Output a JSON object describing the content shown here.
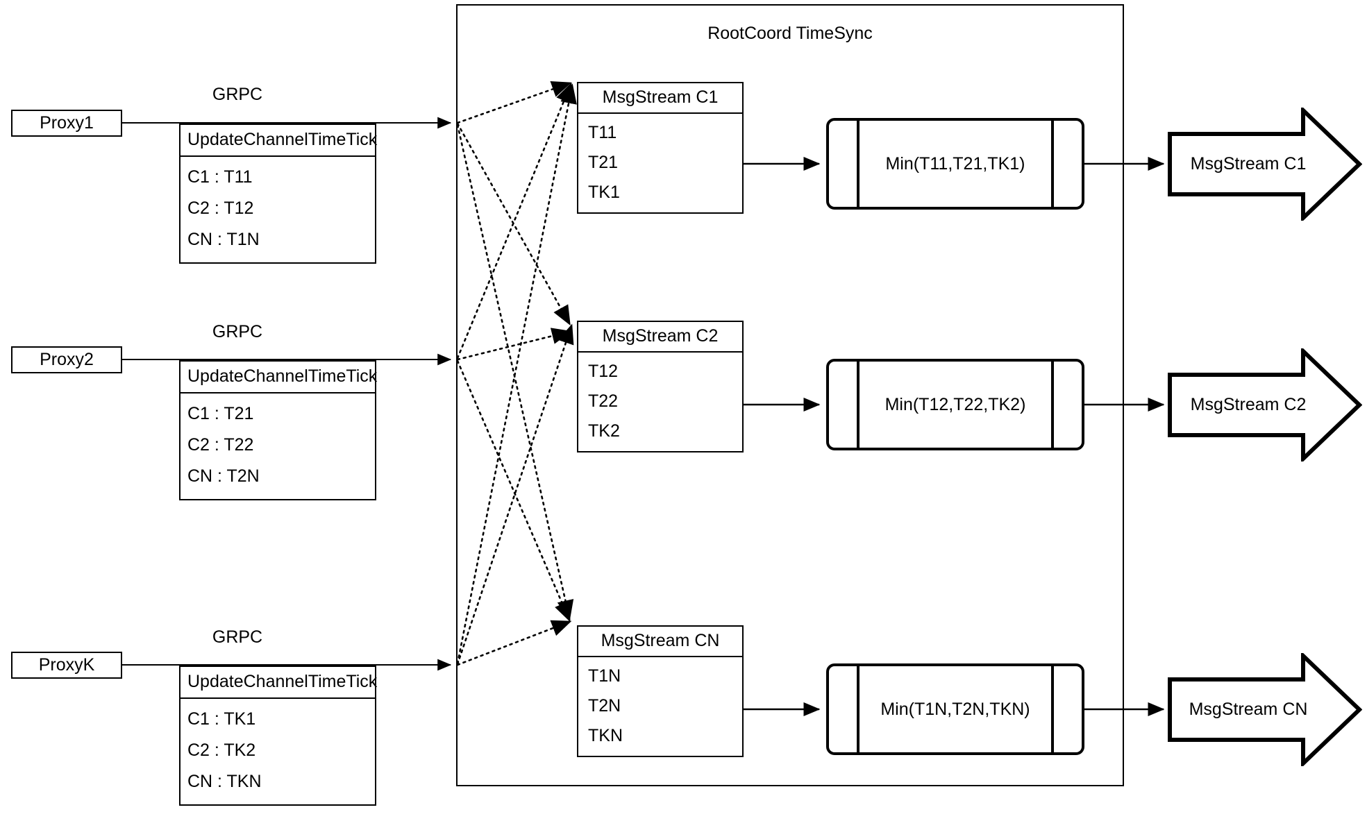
{
  "diagram": {
    "container_title": "RootCoord TimeSync",
    "link_label": "GRPC",
    "colors": {
      "stroke": "#000000",
      "background": "#ffffff"
    }
  },
  "proxies": [
    {
      "name": "Proxy1",
      "link_label": "GRPC",
      "request": {
        "title": "UpdateChannelTimeTick",
        "rows": [
          "C1 :  T11",
          "C2 :  T12",
          "CN : T1N"
        ]
      }
    },
    {
      "name": "Proxy2",
      "link_label": "GRPC",
      "request": {
        "title": "UpdateChannelTimeTick",
        "rows": [
          "C1 :  T21",
          "C2 :  T22",
          "CN : T2N"
        ]
      }
    },
    {
      "name": "ProxyK",
      "link_label": "GRPC",
      "request": {
        "title": "UpdateChannelTimeTick",
        "rows": [
          "C1 :  TK1",
          "C2 :  TK2",
          "CN : TKN"
        ]
      }
    }
  ],
  "channels": [
    {
      "stream": {
        "title": "MsgStream C1",
        "rows": [
          "T11",
          "T21",
          "TK1"
        ]
      },
      "process": "Min(T11,T21,TK1)",
      "output": "MsgStream C1"
    },
    {
      "stream": {
        "title": "MsgStream C2",
        "rows": [
          "T12",
          "T22",
          "TK2"
        ]
      },
      "process": "Min(T12,T22,TK2)",
      "output": "MsgStream C2"
    },
    {
      "stream": {
        "title": "MsgStream CN",
        "rows": [
          "T1N",
          "T2N",
          "TKN"
        ]
      },
      "process": "Min(T1N,T2N,TKN)",
      "output": "MsgStream CN"
    }
  ]
}
